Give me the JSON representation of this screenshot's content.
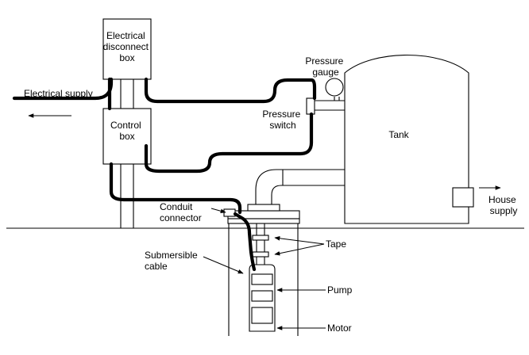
{
  "labels": {
    "disconnect_box": [
      "Electrical",
      "disconnect",
      "box"
    ],
    "electrical_supply": "Electrical supply",
    "control_box": [
      "Control",
      "box"
    ],
    "pressure_gauge": [
      "Pressure",
      "gauge"
    ],
    "pressure_switch": [
      "Pressure",
      "switch"
    ],
    "tank": "Tank",
    "house_supply": [
      "House",
      "supply"
    ],
    "conduit_connector": [
      "Conduit",
      "connector"
    ],
    "tape": "Tape",
    "submersible_cable": [
      "Submersible",
      "cable"
    ],
    "pump": "Pump",
    "motor": "Motor"
  }
}
